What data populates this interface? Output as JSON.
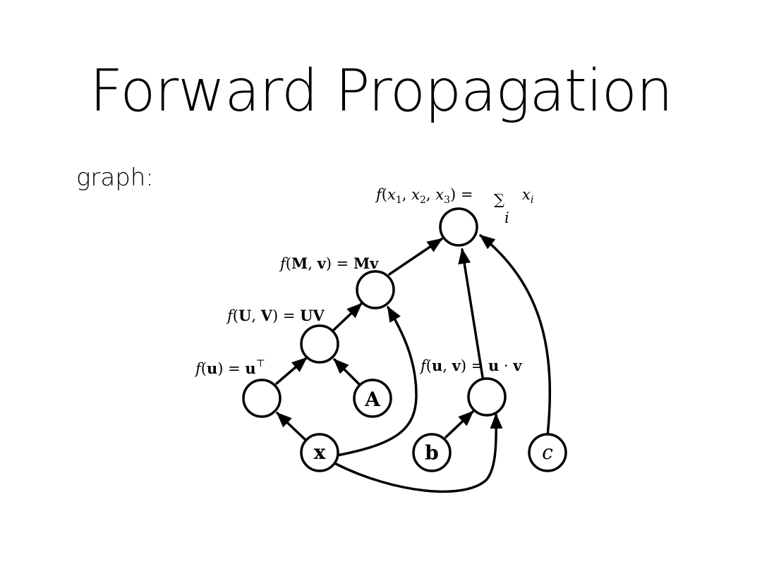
{
  "slide": {
    "title": "Forward Propagation",
    "graph_label": "graph:"
  },
  "nodes": {
    "sum": {
      "label": ""
    },
    "mv": {
      "label": ""
    },
    "uv": {
      "label": ""
    },
    "transpose": {
      "label": ""
    },
    "a": {
      "label": "A"
    },
    "x": {
      "label": "x"
    },
    "dot": {
      "label": ""
    },
    "b": {
      "label": "b"
    },
    "c": {
      "label": "c"
    }
  },
  "annotations": {
    "sum": {
      "f": "f",
      "open": "(",
      "x1": "x",
      "sub1": "1",
      "comma1": ", ",
      "x2": "x",
      "sub2": "2",
      "comma2": ", ",
      "x3": "x",
      "sub3": "3",
      "close_eq": ") = ",
      "sigma": "∑",
      "sigma_sub": "i",
      "xi": "x",
      "xi_sub": "i"
    },
    "mv": {
      "f": "f",
      "open": "(",
      "arg1": "M",
      "comma": ", ",
      "arg2": "v",
      "close_eq": ") = ",
      "result": "Mv"
    },
    "uv": {
      "f": "f",
      "open": "(",
      "arg1": "U",
      "comma": ", ",
      "arg2": "V",
      "close_eq": ") = ",
      "result": "UV"
    },
    "transpose": {
      "f": "f",
      "open": "(",
      "arg": "u",
      "close_eq": ") = ",
      "result": "u",
      "sup": "⊤"
    },
    "dot": {
      "f": "f",
      "open": "(",
      "arg1": "u",
      "comma": ", ",
      "arg2": "v",
      "close_eq": ") = ",
      "r1": "u",
      "cdot": " · ",
      "r2": "v"
    }
  }
}
